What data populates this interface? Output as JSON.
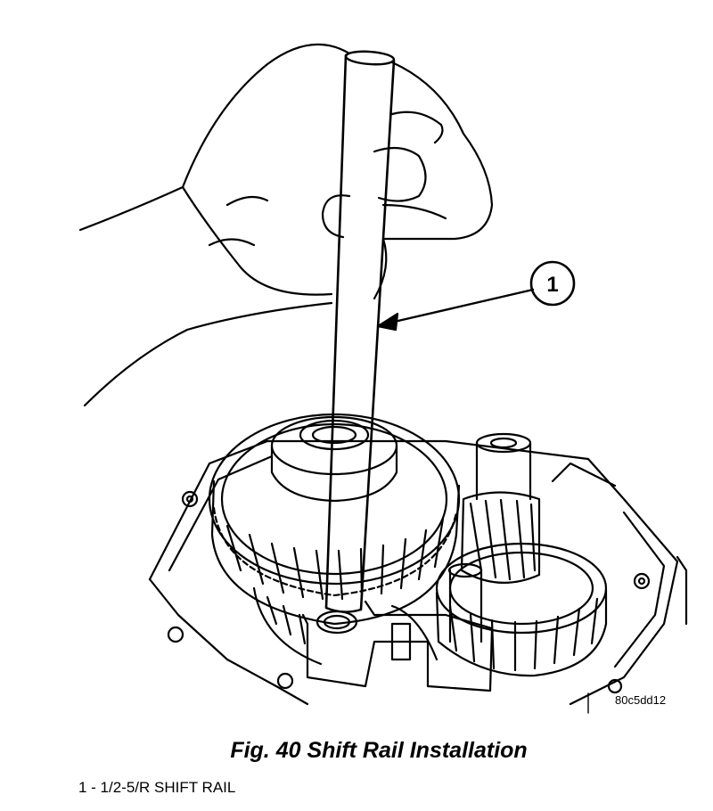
{
  "figure": {
    "caption": "Fig. 40 Shift Rail Installation",
    "image_code": "80c5dd12",
    "callouts": [
      {
        "number": "1",
        "label": "1/2-5/R SHIFT RAIL"
      }
    ]
  },
  "legend": {
    "items": [
      {
        "text": "1 - 1/2-5/R SHIFT RAIL"
      }
    ]
  },
  "colors": {
    "line": "#000000",
    "background": "#ffffff"
  }
}
